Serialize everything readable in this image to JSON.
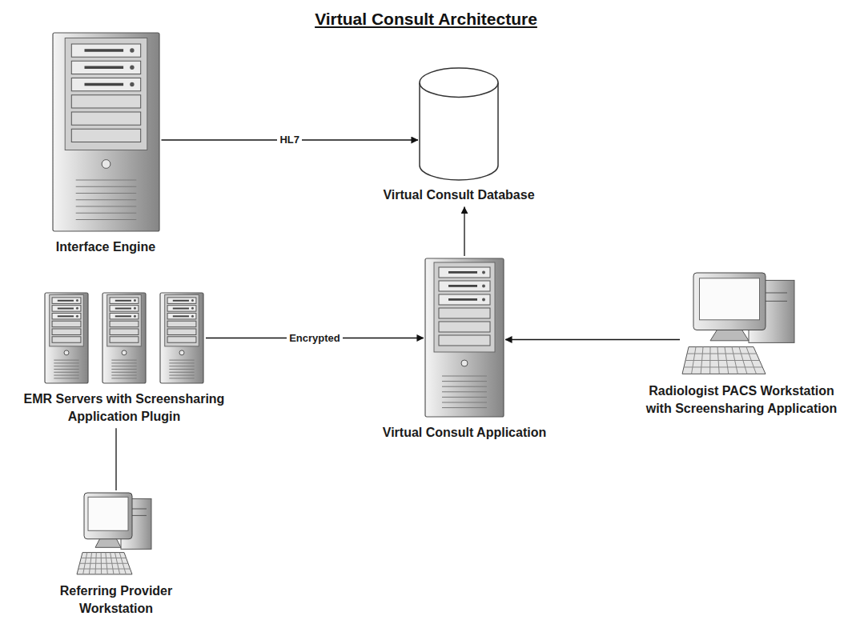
{
  "diagram": {
    "title": "Virtual Consult Architecture",
    "nodes": [
      {
        "text": [
          "Interface Engine"
        ]
      },
      {
        "text": [
          "Virtual Consult Database"
        ]
      },
      {
        "text": [
          "EMR Servers with Screensharing Application Plugin"
        ]
      },
      {
        "text": [
          "Virtual Consult Application"
        ]
      },
      {
        "text": [
          "Radiologist PACS Workstation with Screensharing Application"
        ]
      },
      {
        "text": [
          "Referring Provider Workstation"
        ]
      }
    ],
    "edges": [
      {
        "from": 0,
        "to": 1,
        "label": "HL7",
        "arrow": "to"
      },
      {
        "from": 2,
        "to": 3,
        "label": "Encrypted",
        "arrow": "to"
      },
      {
        "from": 3,
        "to": 1,
        "arrow": "to"
      },
      {
        "from": 4,
        "to": 3,
        "arrow": "to"
      },
      {
        "from": 2,
        "to": 5,
        "arrow": "none"
      }
    ]
  }
}
